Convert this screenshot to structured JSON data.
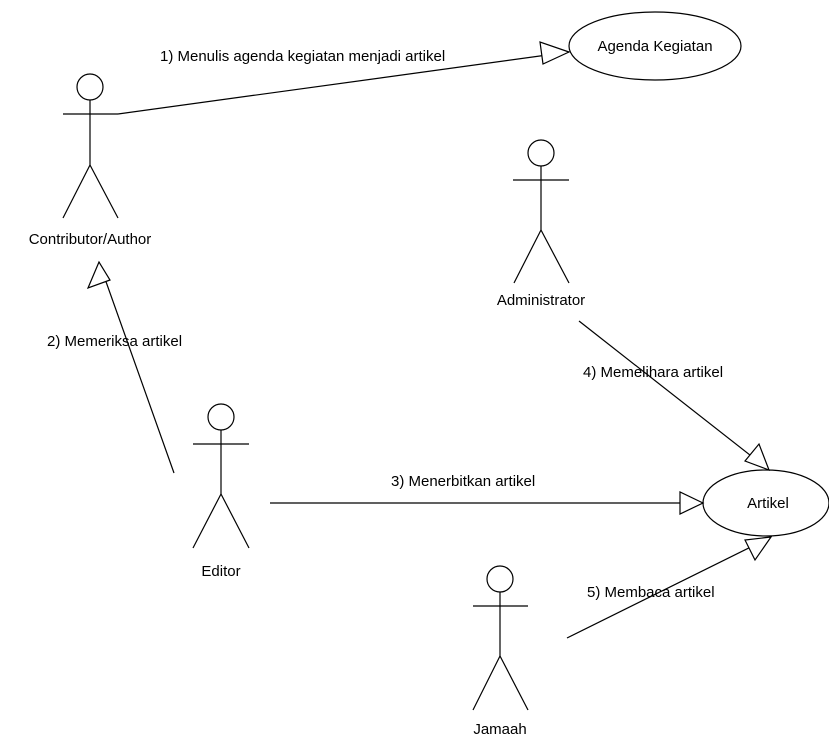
{
  "actors": {
    "contributor": "Contributor/Author",
    "administrator": "Administrator",
    "editor": "Editor",
    "jamaah": "Jamaah"
  },
  "use_cases": {
    "agenda": "Agenda Kegiatan",
    "artikel": "Artikel"
  },
  "associations": {
    "a1": "1) Menulis agenda kegiatan menjadi artikel",
    "a2": "2) Memeriksa artikel",
    "a3": "3) Menerbitkan artikel",
    "a4": "4) Memelihara artikel",
    "a5": "5) Membaca artikel"
  },
  "colors": {
    "line": "#000000",
    "background": "#ffffff"
  }
}
